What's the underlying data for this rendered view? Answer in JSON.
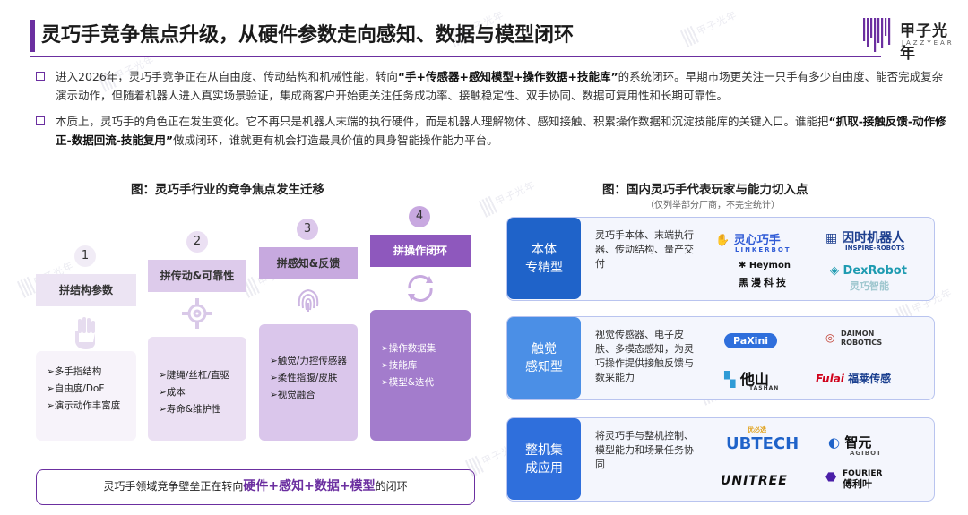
{
  "header": {
    "title": "灵巧手竞争焦点升级，从硬件参数走向感知、数据与模型闭环",
    "logo_cn": "甲子光年",
    "logo_en": "JAZZYEAR",
    "accent_color": "#6b2fa0"
  },
  "watermark": "甲子光年",
  "paragraphs": [
    {
      "pre": "进入2026年，灵巧手竞争正在从自由度、传动结构和机械性能，转向",
      "bold": "“手+传感器+感知模型+操作数据+技能库”",
      "post": "的系统闭环。早期市场更关注一只手有多少自由度、能否完成复杂演示动作，但随着机器人进入真实场景验证，集成商客户开始更关注任务成功率、接触稳定性、双手协同、数据可复用性和长期可靠性。"
    },
    {
      "pre": "本质上，灵巧手的角色正在发生变化。它不再只是机器人末端的执行硬件，而是机器人理解物体、感知接触、积累操作数据和沉淀技能库的关键入口。谁能把",
      "bold": "“抓取-接触反馈-动作修正-数据回流-技能复用”",
      "post": "做成闭环，谁就更有机会打造最具价值的具身智能操作能力平台。"
    }
  ],
  "left_figure": {
    "caption": "图：灵巧手行业的竞争焦点发生迁移",
    "stages": [
      {
        "num": "1",
        "title": "拼结构参数",
        "icon": "hand-icon",
        "items": [
          "➢多手指结构",
          "➢自由度/DoF",
          "➢演示动作丰富度"
        ]
      },
      {
        "num": "2",
        "title": "拼传动&可靠性",
        "icon": "gear-icon",
        "items": [
          "➢腱绳/丝杠/直驱",
          "➢成本",
          "➢寿命&维护性"
        ]
      },
      {
        "num": "3",
        "title": "拼感知&反馈",
        "icon": "fingerprint-icon",
        "items": [
          "➢触觉/力控传感器",
          "➢柔性指腹/皮肤",
          "➢视觉融合"
        ]
      },
      {
        "num": "4",
        "title": "拼操作闭环",
        "icon": "cycle-icon",
        "items": [
          "➢操作数据集",
          "➢技能库",
          "➢模型&迭代"
        ]
      }
    ],
    "bottom_pre": "灵巧手领域竞争壁垒正在转向",
    "bottom_parts": [
      "硬件",
      "+",
      "感知",
      "+",
      "数据",
      "+",
      "模型"
    ],
    "bottom_post": "的闭环"
  },
  "right_figure": {
    "caption": "图：国内灵巧手代表玩家与能力切入点",
    "subcaption": "（仅列举部分厂商，不完全统计）",
    "rows": [
      {
        "label_line1": "本体",
        "label_line2": "专精型",
        "desc": "灵巧手本体、末端执行器、传动结构、量产交付",
        "brands": [
          "灵心巧手",
          "LINKERBOT",
          "因时机器人",
          "INSPIRE-ROBOTS",
          "Heymon",
          "黑漫科技",
          "DexRobot",
          "灵巧智能"
        ]
      },
      {
        "label_line1": "触觉",
        "label_line2": "感知型",
        "desc": "视觉传感器、电子皮肤、多模态感知，为灵巧操作提供接触反馈与数采能力",
        "brands": [
          "PaXini",
          "DAIMON",
          "ROBOTICS",
          "他山",
          "TASHAN",
          "Fulai",
          "福莱传感"
        ]
      },
      {
        "label_line1": "整机集",
        "label_line2": "成应用",
        "desc": "将灵巧手与整机控制、模型能力和场景任务协同",
        "brands": [
          "优必选",
          "UBTECH",
          "智元",
          "AGIBOT",
          "UNITREE",
          "FOURIER",
          "傅利叶"
        ]
      }
    ]
  }
}
